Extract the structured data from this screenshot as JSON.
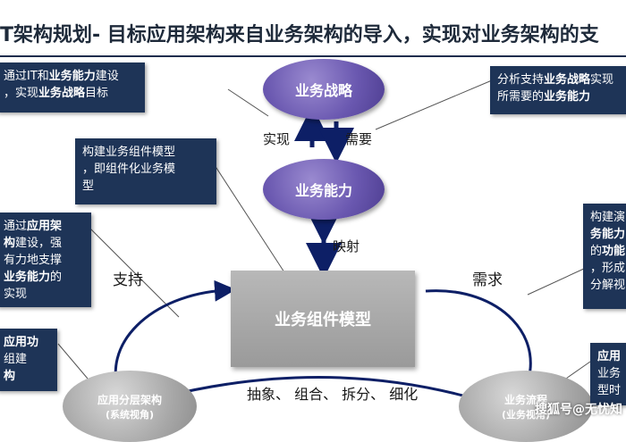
{
  "title": "T架构规划- 目标应用架构来自业务架构的导入，实现对业务架构的支",
  "nodes": {
    "strategy": "业务战略",
    "capability": "业务能力",
    "component_model": "业务组件模型",
    "app_layer": [
      "应用分层架构",
      "(系统视角)"
    ],
    "biz_process": [
      "业务流程",
      "(业务视角)"
    ]
  },
  "labels": {
    "realize": "实现",
    "need_top": "需要",
    "mapping": "映射",
    "support": "支持",
    "need_right": "需求",
    "bottom_ops": "抽象、 组合、 拆分、 细化"
  },
  "boxes": {
    "top_left": [
      "通过IT和",
      "业务能力",
      "建设",
      "，实现",
      "业务战略",
      "目标"
    ],
    "mid_left": [
      "构建业务组件模型",
      "，即组件化业务模",
      "型"
    ],
    "left_middle": [
      "通过",
      "应用架",
      "构",
      "建设，强",
      "有力地支撑",
      "业务能力",
      "的",
      "实现"
    ],
    "left_bottom": [
      "应用功",
      "组建",
      "构"
    ],
    "top_right": [
      "分析支持",
      "业务战略",
      "实现",
      "所需要的",
      "业务能力"
    ],
    "right_middle": [
      "构建演",
      "务能力",
      "的",
      "功能",
      "，形成",
      "分解视"
    ],
    "right_bottom": [
      "应用",
      "业务",
      "型时"
    ]
  },
  "watermark": "搜狐号@无忧知"
}
